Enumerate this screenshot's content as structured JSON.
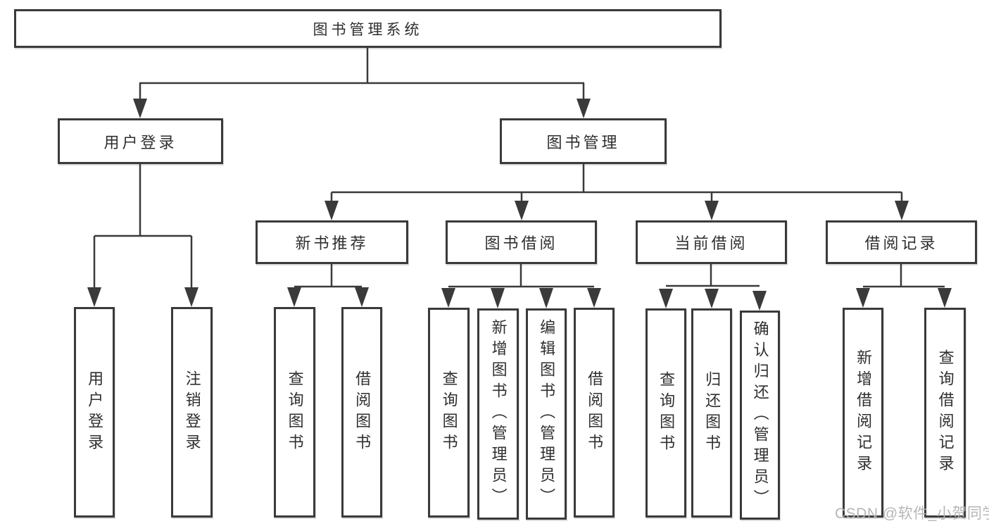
{
  "diagram": {
    "tree": {
      "label": "图书管理系统",
      "children": [
        {
          "label": "用户登录",
          "children": [
            {
              "label": "用户登录"
            },
            {
              "label": "注销登录"
            }
          ]
        },
        {
          "label": "图书管理",
          "children": [
            {
              "label": "新书推荐",
              "children": [
                {
                  "label": "查询图书"
                },
                {
                  "label": "借阅图书"
                }
              ]
            },
            {
              "label": "图书借阅",
              "children": [
                {
                  "label": "查询图书"
                },
                {
                  "label": "新增图书（管理员）"
                },
                {
                  "label": "编辑图书（管理员）"
                },
                {
                  "label": "借阅图书"
                }
              ]
            },
            {
              "label": "当前借阅",
              "children": [
                {
                  "label": "查询图书"
                },
                {
                  "label": "归还图书"
                },
                {
                  "label": "确认归还（管理员）"
                }
              ]
            },
            {
              "label": "借阅记录",
              "children": [
                {
                  "label": "新增借阅记录"
                },
                {
                  "label": "查询借阅记录"
                }
              ]
            }
          ]
        }
      ]
    },
    "colors": {
      "line": "#3a3a3a",
      "text": "#2f2f2f",
      "background": "#ffffff",
      "watermark": "#b2b2b2"
    },
    "watermark": {
      "text": "CSDN @软件_小贺同学"
    }
  }
}
